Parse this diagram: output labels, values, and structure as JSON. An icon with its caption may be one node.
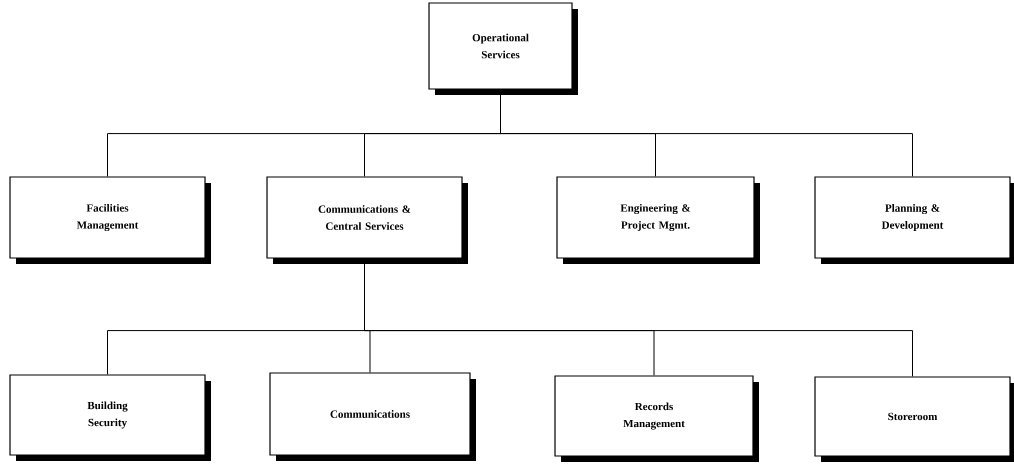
{
  "diagram": {
    "nodes": [
      {
        "text": [
          "Operational Services"
        ]
      },
      {
        "text": [
          "Facilities Management"
        ]
      },
      {
        "text": [
          "Communications & Central Services"
        ]
      },
      {
        "text": [
          "Engineering & Project Mgmt."
        ]
      },
      {
        "text": [
          "Planning & Development"
        ]
      },
      {
        "text": [
          "Building Security"
        ]
      },
      {
        "text": [
          "Communications"
        ]
      },
      {
        "text": [
          "Records Management"
        ]
      },
      {
        "text": [
          "Storeroom"
        ]
      }
    ],
    "edges": [
      {
        "from": 0,
        "to": 1,
        "arrow": "none"
      },
      {
        "from": 0,
        "to": 2,
        "arrow": "none"
      },
      {
        "from": 0,
        "to": 3,
        "arrow": "none"
      },
      {
        "from": 0,
        "to": 4,
        "arrow": "none"
      },
      {
        "from": 2,
        "to": 5,
        "arrow": "none"
      },
      {
        "from": 2,
        "to": 6,
        "arrow": "none"
      },
      {
        "from": 2,
        "to": 7,
        "arrow": "none"
      },
      {
        "from": 2,
        "to": 8,
        "arrow": "none"
      }
    ]
  }
}
